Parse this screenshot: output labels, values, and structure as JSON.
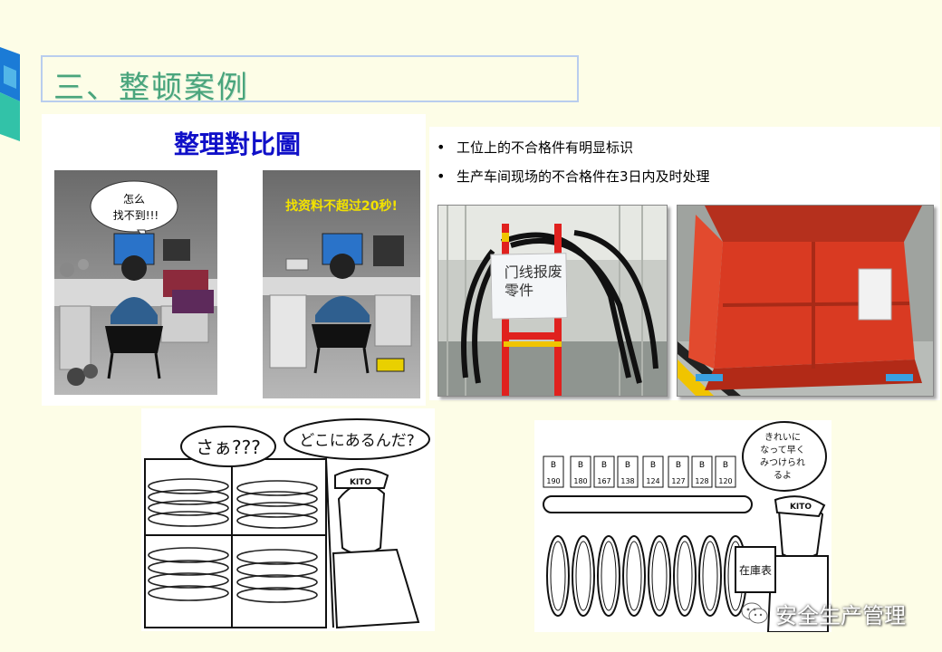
{
  "slide": {
    "title": "三、整顿案例",
    "compare_title": "整理對比圖",
    "cartoon_left_bubble": [
      "怎么",
      "找不到!!!"
    ],
    "cartoon_right_banner": "找资料不超过20秒!",
    "bullets": [
      "工位上的不合格件有明显标识",
      "生产车间现场的不合格件在3日内及时处理"
    ],
    "photo_sign": [
      "门线报废",
      "零件"
    ],
    "manga_left_bubbles": [
      "さぁ???",
      "どこにあるんだ?"
    ],
    "manga_left_cap": "KITO",
    "manga_right_bubble": [
      "きれいに",
      "なって早く",
      "みつけられ",
      "るよ"
    ],
    "manga_right_tags": [
      "190",
      "180",
      "167",
      "138",
      "124",
      "127",
      "128",
      "120"
    ],
    "manga_right_tag_prefix": "B",
    "manga_right_board": "在庫表",
    "manga_right_cap": "KITO",
    "watermark": "安全生产管理"
  },
  "colors": {
    "background": "#fdfde7",
    "title_green": "#4aa57c",
    "title_border": "#b9cdee",
    "compare_blue": "#1010c8",
    "bin_red": "#d93a22"
  }
}
